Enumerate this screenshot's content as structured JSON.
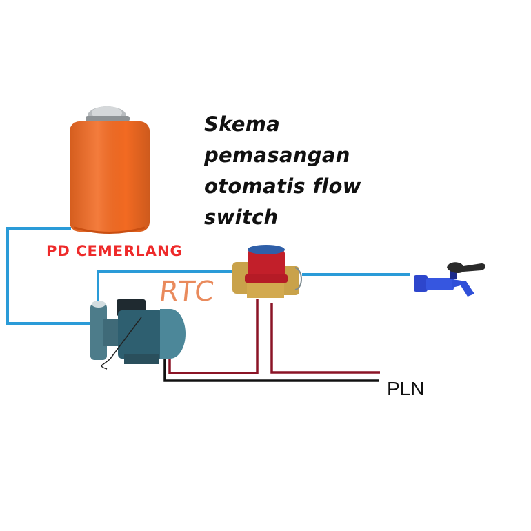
{
  "title": {
    "lines": [
      "Skema",
      "pemasangan",
      "otomatis flow",
      "switch"
    ]
  },
  "labels": {
    "brand": "PD CEMERLANG",
    "switch_brand": "RTC",
    "power_source": "PLN"
  },
  "components": [
    {
      "name": "water-tank",
      "icon": "water-tank-icon",
      "color": "#f26a22"
    },
    {
      "name": "water-pump",
      "icon": "water-pump-icon",
      "color": "#3f6f80"
    },
    {
      "name": "flow-switch",
      "icon": "flow-switch-icon",
      "color": "#c21f2a"
    },
    {
      "name": "water-faucet",
      "icon": "faucet-icon",
      "color": "#2f4fd8"
    }
  ],
  "colors": {
    "pipe": "#2a9bd8",
    "live_wire": "#8b1426",
    "neutral_wire": "#111111",
    "brand_text": "#ee2a2a",
    "rtc_text": "#e98a5c"
  }
}
